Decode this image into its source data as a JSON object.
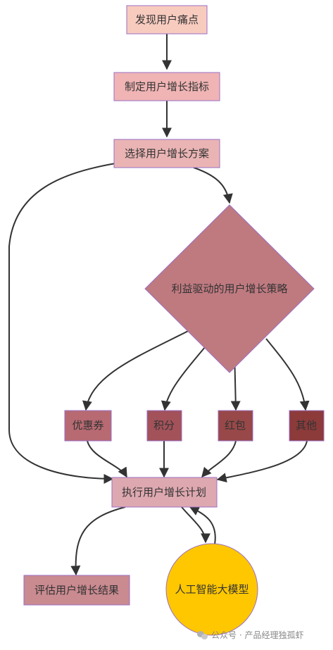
{
  "nodes": {
    "discover_pain_points": "发现用户痛点",
    "set_growth_metrics": "制定用户增长指标",
    "choose_growth_plan": "选择用户增长方案",
    "benefit_strategy": "利益驱动的用户增长策略",
    "coupon": "优惠券",
    "points": "积分",
    "red_packet": "红包",
    "other": "其他",
    "execute_plan": "执行用户增长计划",
    "evaluate_results": "评估用户增长结果",
    "ai_model": "人工智能大模型"
  },
  "colors": {
    "top_nodes": "#f8cbbf",
    "mid_nodes": "#f0b4b4",
    "diamond": "#bf7a80",
    "coupon": "#b86a72",
    "points": "#a3525a",
    "red_packet": "#984848",
    "other": "#8c3a3a",
    "execute": "#dea8b0",
    "evaluate": "#c98a90",
    "ai_circle": "#ffc700",
    "border": "#9a6fc4"
  },
  "watermark": {
    "text": "公众号 · 产品经理独孤虾",
    "icon": "wechat-icon"
  }
}
